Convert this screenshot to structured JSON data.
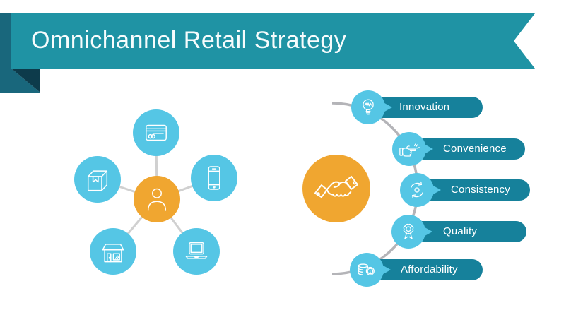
{
  "slide": {
    "title": "Omnichannel Retail Strategy",
    "background": "#ffffff"
  },
  "colors": {
    "banner_teal": "#1f93a4",
    "ribbon_back_teal": "#19677c",
    "ribbon_shadow_teal": "#0d3b4b",
    "pill_teal": "#16819b",
    "circle_blue": "#55c6e5",
    "accent_orange": "#f0a630",
    "connector_gray": "#d0d0d0",
    "arc_gray": "#b4b4b8",
    "label_white": "#ffffff"
  },
  "hub_diagram": {
    "center": {
      "icon": "person-icon"
    },
    "nodes": [
      {
        "icon": "credit-card-icon"
      },
      {
        "icon": "package-box-icon"
      },
      {
        "icon": "smartphone-icon"
      },
      {
        "icon": "storefront-icon"
      },
      {
        "icon": "laptop-icon"
      }
    ]
  },
  "values_list": {
    "center": {
      "icon": "handshake-icon"
    },
    "items": [
      {
        "label": "Innovation",
        "icon": "lightbulb-icon"
      },
      {
        "label": "Convenience",
        "icon": "hand-flick-icon"
      },
      {
        "label": "Consistency",
        "icon": "sync-arrows-icon"
      },
      {
        "label": "Quality",
        "icon": "award-ribbon-icon"
      },
      {
        "label": "Affordability",
        "icon": "coins-icon",
        "coin_digit": "1"
      }
    ]
  }
}
